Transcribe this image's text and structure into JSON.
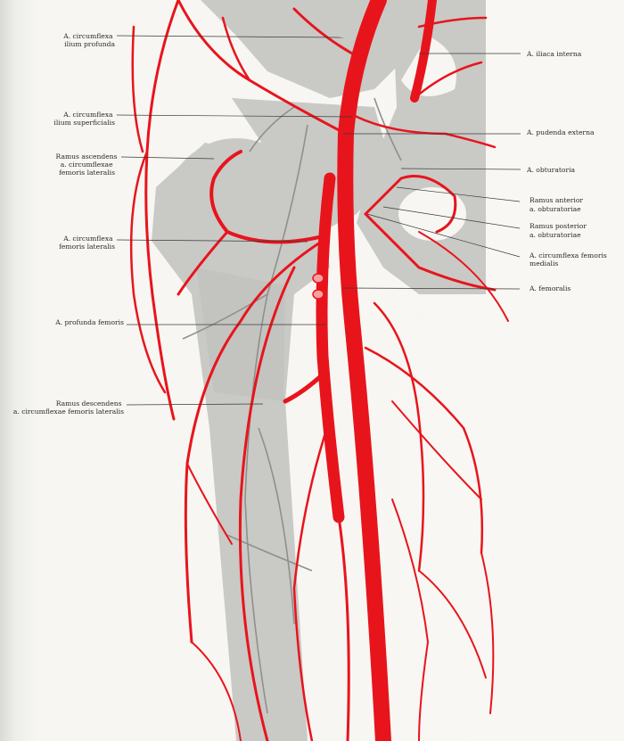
{
  "figure": {
    "left_labels": [
      {
        "lines": [
          "A. circumflexa",
          "ilium profunda"
        ]
      },
      {
        "lines": [
          "A. circumflexa",
          "ilium superficialis"
        ]
      },
      {
        "lines": [
          "Ramus ascendens",
          "a. circumflexae",
          "femoris lateralis"
        ]
      },
      {
        "lines": [
          "A. circumflexa",
          "femoris lateralis"
        ]
      },
      {
        "lines": [
          "A. profunda femoris"
        ]
      },
      {
        "lines": [
          "Ramus descendens",
          "a. circumflexae femoris lateralis"
        ]
      }
    ],
    "right_labels": [
      {
        "lines": [
          "A. iliaca interna"
        ]
      },
      {
        "lines": [
          "A. pudenda externa"
        ]
      },
      {
        "lines": [
          "A. obturatoria"
        ]
      },
      {
        "lines": [
          "Ramus anterior",
          "a. obturatoriae"
        ]
      },
      {
        "lines": [
          "Ramus posterior",
          "a. obturatoriae"
        ]
      },
      {
        "lines": [
          "A. circumflexa femoris",
          "medialis"
        ]
      },
      {
        "lines": [
          "A. femoralis"
        ]
      }
    ],
    "colors": {
      "artery": "#e8141c",
      "bone": "#c9c9c6",
      "paper": "#f7f6f2"
    }
  }
}
